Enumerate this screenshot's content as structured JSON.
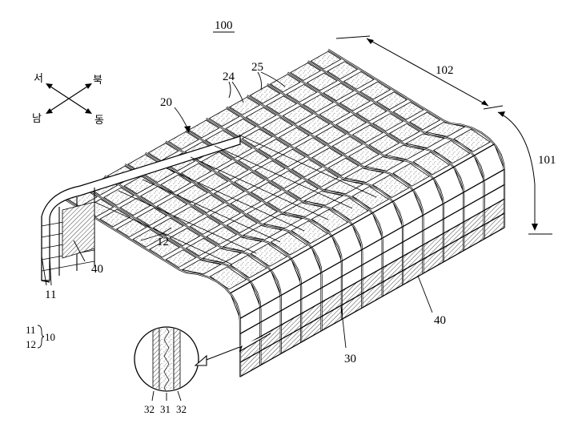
{
  "figure": {
    "ref_main": "100",
    "labels": {
      "l20": "20",
      "l24": "24",
      "l25": "25",
      "l102": "102",
      "l101": "101",
      "l40a": "40",
      "l40b": "40",
      "l12": "12",
      "l11": "11",
      "l30": "30",
      "l11s": "11",
      "l12s": "12",
      "l10": "10",
      "l32a": "32",
      "l31": "31",
      "l32b": "32"
    },
    "compass": {
      "west": "서",
      "north": "북",
      "south": "남",
      "east": "동"
    }
  }
}
